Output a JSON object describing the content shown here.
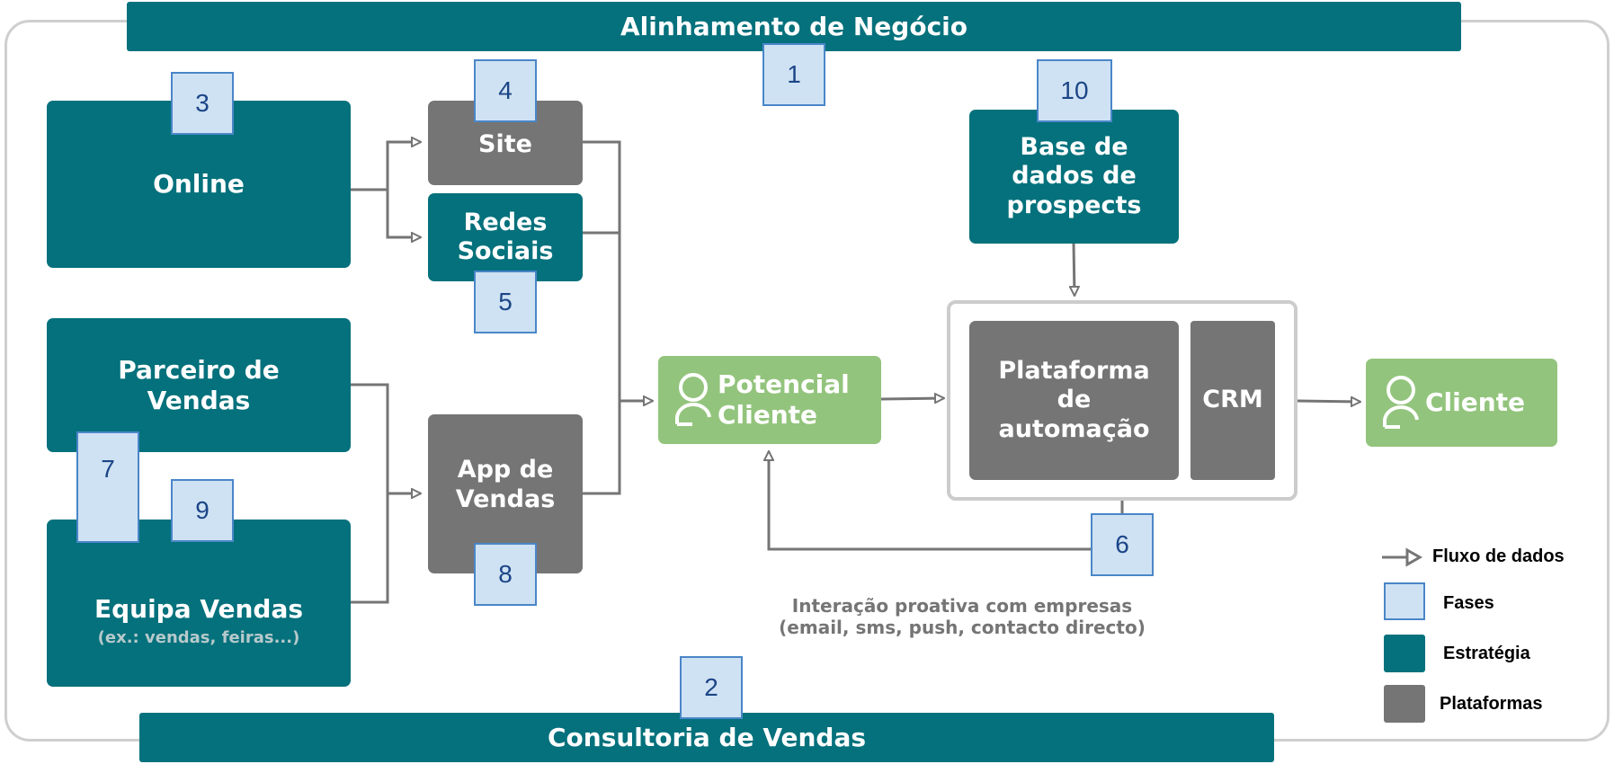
{
  "top_bar": "Alinhamento de Negócio",
  "bottom_bar": "Consultoria de Vendas",
  "strategy": {
    "online": "Online",
    "parceiro_line1": "Parceiro de",
    "parceiro_line2": "Vendas",
    "equipa": "Equipa Vendas",
    "equipa_sub": "(ex.: vendas, feiras...)",
    "redes_line1": "Redes",
    "redes_line2": "Sociais",
    "base_line1": "Base de",
    "base_line2": "dados de",
    "base_line3": "prospects"
  },
  "platforms": {
    "site": "Site",
    "app_line1": "App de",
    "app_line2": "Vendas",
    "plat_line1": "Plataforma",
    "plat_line2": "de",
    "plat_line3": "automação",
    "crm": "CRM"
  },
  "people": {
    "potencial_line1": "Potencial",
    "potencial_line2": "Cliente",
    "cliente": "Cliente"
  },
  "phases": {
    "p1": "1",
    "p2": "2",
    "p3": "3",
    "p4": "4",
    "p5": "5",
    "p6": "6",
    "p7": "7",
    "p8": "8",
    "p9": "9",
    "p10": "10"
  },
  "note": {
    "line1": "Interação proativa com empresas",
    "line2": "(email, sms, push, contacto directo)"
  },
  "legend": {
    "flow": "Fluxo de dados",
    "phases": "Fases",
    "strategy": "Estratégia",
    "platforms": "Plataformas"
  },
  "colors": {
    "strategy": "#04717c",
    "platform": "#757575",
    "person": "#93c47d",
    "phase_fill": "#cfe2f3",
    "phase_border": "#4a86c8"
  }
}
